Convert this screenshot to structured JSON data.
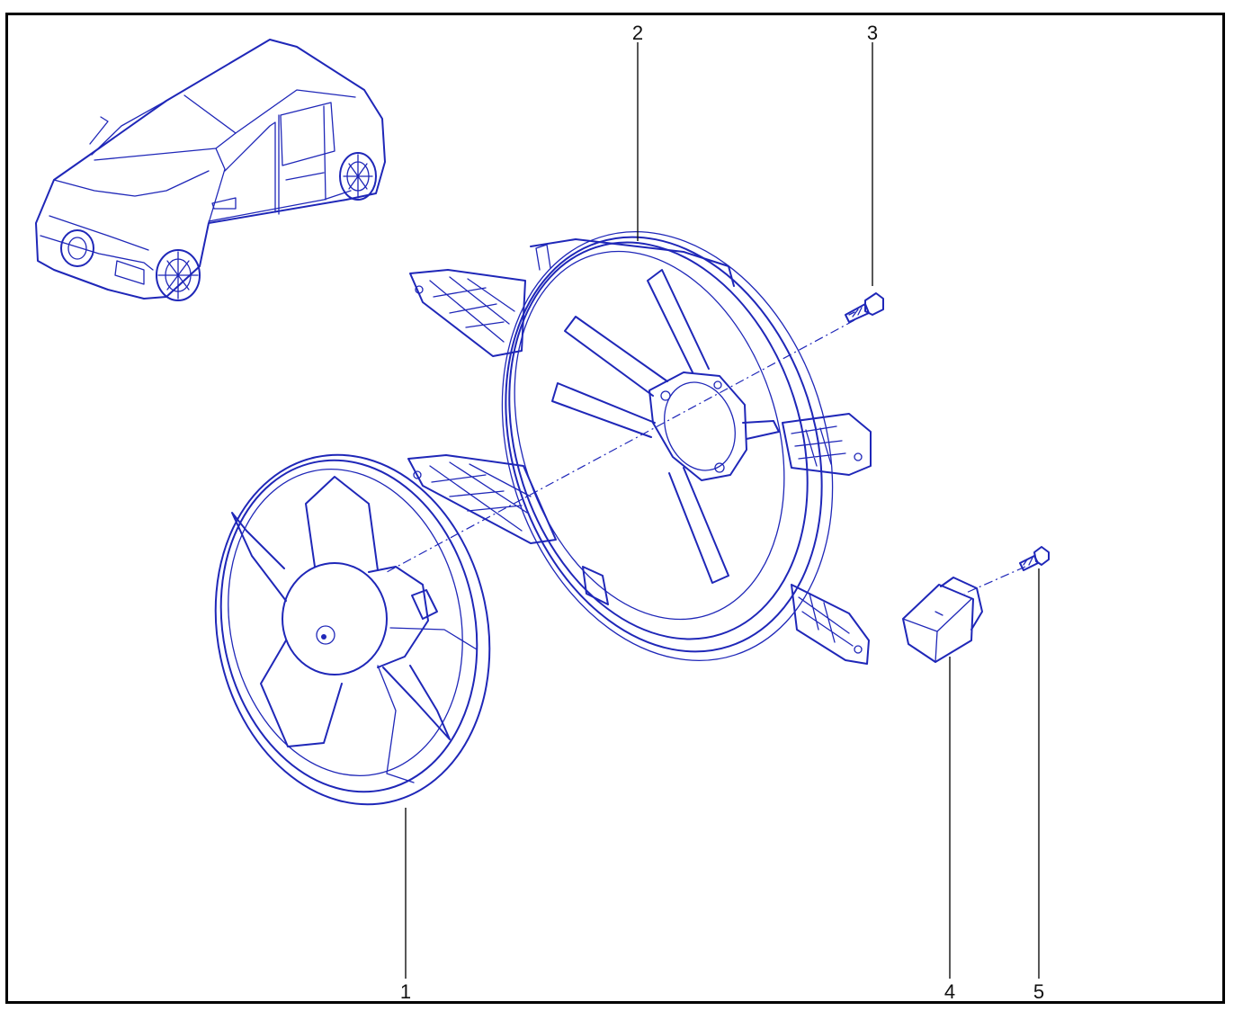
{
  "diagram": {
    "callouts": [
      {
        "id": "1",
        "label": "1"
      },
      {
        "id": "2",
        "label": "2"
      },
      {
        "id": "3",
        "label": "3"
      },
      {
        "id": "4",
        "label": "4"
      },
      {
        "id": "5",
        "label": "5"
      }
    ],
    "line_color": "#1f27b8",
    "frame_color": "#000000",
    "icons": [
      "car-icon",
      "fan-icon",
      "fan-shroud-icon",
      "bolt-icon",
      "resistor-icon",
      "screw-icon"
    ]
  }
}
